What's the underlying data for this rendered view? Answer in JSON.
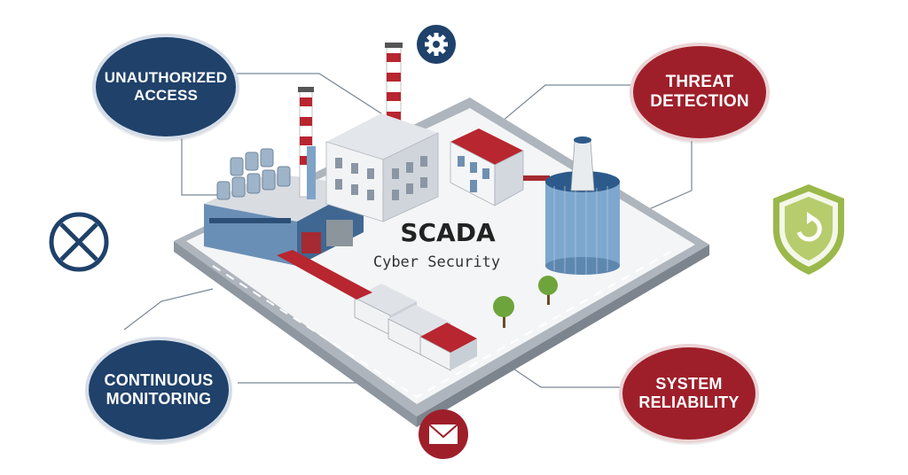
{
  "center": {
    "title": "SCADA",
    "subtitle": "Cyber Security"
  },
  "nodes": {
    "unauthorized_access": {
      "line1": "UNAUTHORIZED",
      "line2": "ACCESS"
    },
    "threat_detection": {
      "line1": "THREAT",
      "line2": "DETECTION"
    },
    "continuous_monitoring": {
      "line1": "CONTINUOUS",
      "line2": "MONITORING"
    },
    "system_reliability": {
      "line1": "SYSTEM",
      "line2": "RELIABILITY"
    }
  },
  "icons": [
    "gear-icon",
    "close-circle-icon",
    "shield-refresh-icon",
    "envelope-icon"
  ],
  "colors": {
    "navy": "#1f416a",
    "crimson": "#9e1f2a",
    "shield_green": "#9bb84a"
  }
}
